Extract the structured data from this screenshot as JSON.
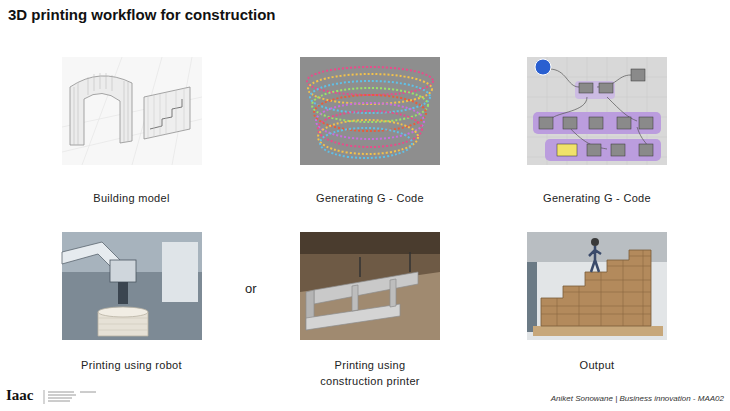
{
  "diagram": {
    "title": "3D printing workflow for construction",
    "nodes": [
      {
        "text": [
          "Building model"
        ]
      },
      {
        "text": [
          "Generating G - Code"
        ]
      },
      {
        "text": [
          "Generating G - Code"
        ]
      },
      {
        "text": [
          "Printing using robot"
        ]
      },
      {
        "text": [
          "Printing using construction printer"
        ]
      },
      {
        "text": [
          "Output"
        ]
      }
    ],
    "labels": [
      "or",
      "Iaac",
      "Aniket Sonowane | Business innovation - MAA02"
    ]
  }
}
